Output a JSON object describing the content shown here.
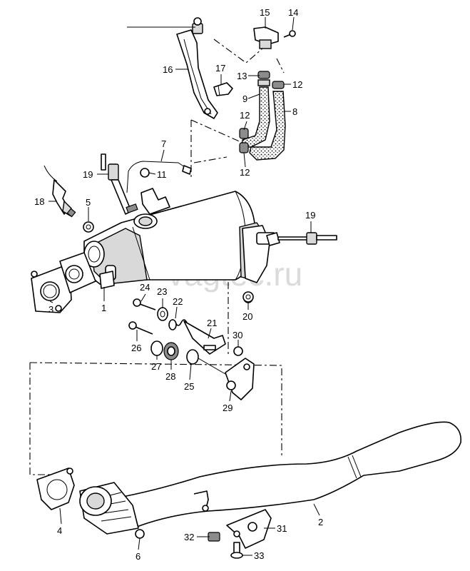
{
  "watermark": "vagtec.ru",
  "labels": {
    "l1": "1",
    "l2": "2",
    "l3": "3",
    "l4": "4",
    "l5": "5",
    "l6": "6",
    "l7": "7",
    "l8": "8",
    "l9": "9",
    "l11": "11",
    "l12a": "12",
    "l12b": "12",
    "l12c": "12",
    "l13": "13",
    "l14": "14",
    "l15": "15",
    "l16": "16",
    "l17": "17",
    "l18": "18",
    "l19a": "19",
    "l19b": "19",
    "l20": "20",
    "l21": "21",
    "l22": "22",
    "l23": "23",
    "l24": "24",
    "l25": "25",
    "l26": "26",
    "l27": "27",
    "l28": "28",
    "l29": "29",
    "l30": "30",
    "l31": "31",
    "l32": "32",
    "l33": "33"
  }
}
